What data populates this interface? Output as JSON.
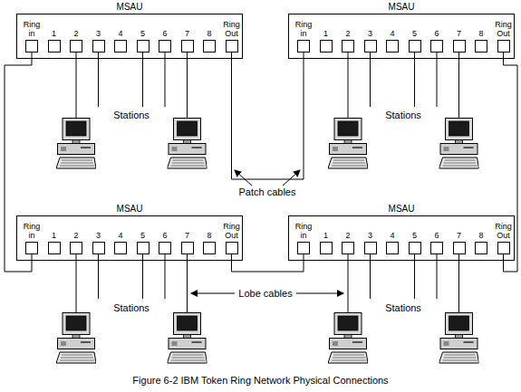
{
  "diagram": {
    "caption": "Figure 6-2 IBM Token Ring Network Physical Connections",
    "nodes": [
      {
        "text": [
          "MSAU"
        ]
      },
      {
        "text": [
          "Ring in"
        ],
        "in": 0
      },
      {
        "text": [
          "1"
        ],
        "in": 0
      },
      {
        "text": [
          "2"
        ],
        "in": 0
      },
      {
        "text": [
          "3"
        ],
        "in": 0
      },
      {
        "text": [
          "4"
        ],
        "in": 0
      },
      {
        "text": [
          "5"
        ],
        "in": 0
      },
      {
        "text": [
          "6"
        ],
        "in": 0
      },
      {
        "text": [
          "7"
        ],
        "in": 0
      },
      {
        "text": [
          "8"
        ],
        "in": 0
      },
      {
        "text": [
          "Ring Out"
        ],
        "in": 0
      },
      {
        "text": [
          "MSAU"
        ]
      },
      {
        "text": [
          "Ring in"
        ],
        "in": 11
      },
      {
        "text": [
          "1"
        ],
        "in": 11
      },
      {
        "text": [
          "2"
        ],
        "in": 11
      },
      {
        "text": [
          "3"
        ],
        "in": 11
      },
      {
        "text": [
          "4"
        ],
        "in": 11
      },
      {
        "text": [
          "5"
        ],
        "in": 11
      },
      {
        "text": [
          "6"
        ],
        "in": 11
      },
      {
        "text": [
          "7"
        ],
        "in": 11
      },
      {
        "text": [
          "8"
        ],
        "in": 11
      },
      {
        "text": [
          "Ring Out"
        ],
        "in": 11
      },
      {
        "text": [
          "MSAU"
        ]
      },
      {
        "text": [
          "Ring in"
        ],
        "in": 22
      },
      {
        "text": [
          "1"
        ],
        "in": 22
      },
      {
        "text": [
          "2"
        ],
        "in": 22
      },
      {
        "text": [
          "3"
        ],
        "in": 22
      },
      {
        "text": [
          "4"
        ],
        "in": 22
      },
      {
        "text": [
          "5"
        ],
        "in": 22
      },
      {
        "text": [
          "6"
        ],
        "in": 22
      },
      {
        "text": [
          "7"
        ],
        "in": 22
      },
      {
        "text": [
          "8"
        ],
        "in": 22
      },
      {
        "text": [
          "Ring Out"
        ],
        "in": 22
      },
      {
        "text": [
          "MSAU"
        ]
      },
      {
        "text": [
          "Ring in"
        ],
        "in": 33
      },
      {
        "text": [
          "1"
        ],
        "in": 33
      },
      {
        "text": [
          "2"
        ],
        "in": 33
      },
      {
        "text": [
          "3"
        ],
        "in": 33
      },
      {
        "text": [
          "4"
        ],
        "in": 33
      },
      {
        "text": [
          "5"
        ],
        "in": 33
      },
      {
        "text": [
          "6"
        ],
        "in": 33
      },
      {
        "text": [
          "7"
        ],
        "in": 33
      },
      {
        "text": [
          "8"
        ],
        "in": 33
      },
      {
        "text": [
          "Ring Out"
        ],
        "in": 33
      }
    ],
    "edges": [
      {
        "from": 10,
        "to": 12,
        "arrow": "none"
      },
      {
        "from": 21,
        "to": 43,
        "arrow": "none"
      },
      {
        "from": 32,
        "to": 34,
        "arrow": "none"
      },
      {
        "from": 23,
        "to": 1,
        "arrow": "none"
      }
    ],
    "labels": [
      "Stations",
      "Stations",
      "Patch cables",
      "Lobe cables",
      "Stations",
      "Stations"
    ]
  }
}
